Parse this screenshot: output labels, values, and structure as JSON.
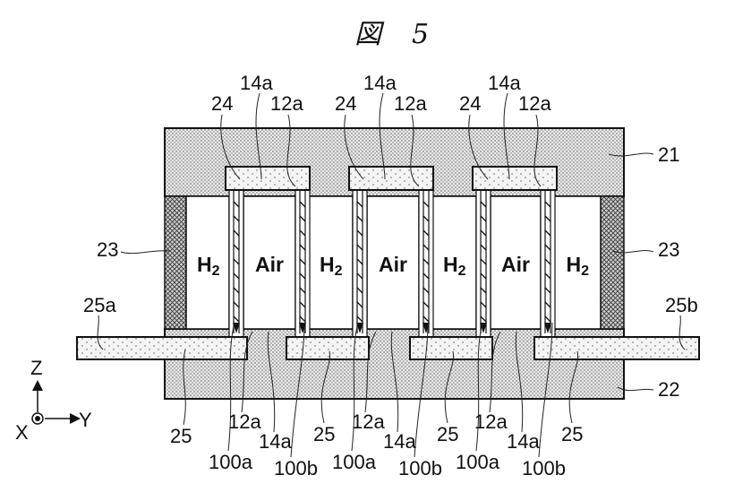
{
  "figure": {
    "title_symbol": "図",
    "title_number": "5"
  },
  "cells": [
    {
      "gas": "H",
      "sub": "2"
    },
    {
      "gas": "Air",
      "sub": ""
    },
    {
      "gas": "H",
      "sub": "2"
    },
    {
      "gas": "Air",
      "sub": ""
    },
    {
      "gas": "H",
      "sub": "2"
    },
    {
      "gas": "Air",
      "sub": ""
    },
    {
      "gas": "H",
      "sub": "2"
    }
  ],
  "labels": {
    "top_groups": [
      {
        "l24": "24",
        "l14a": "14a",
        "l12a": "12a"
      },
      {
        "l24": "24",
        "l14a": "14a",
        "l12a": "12a"
      },
      {
        "l24": "24",
        "l14a": "14a",
        "l12a": "12a"
      }
    ],
    "right_21": "21",
    "left_23": "23",
    "right_23": "23",
    "left_25a": "25a",
    "right_25b": "25b",
    "right_22": "22",
    "bottom_left_25": "25",
    "bottom_groups": [
      {
        "l12a": "12a",
        "l14a": "14a",
        "l100a": "100a",
        "l100b": "100b",
        "l25": "25"
      },
      {
        "l12a": "12a",
        "l14a": "14a",
        "l100a": "100a",
        "l100b": "100b",
        "l25": "25"
      },
      {
        "l12a": "12a",
        "l14a": "14a",
        "l100a": "100a",
        "l100b": "100b",
        "l25": "25"
      }
    ]
  },
  "axes": {
    "z": "Z",
    "y": "Y",
    "x": "X"
  }
}
